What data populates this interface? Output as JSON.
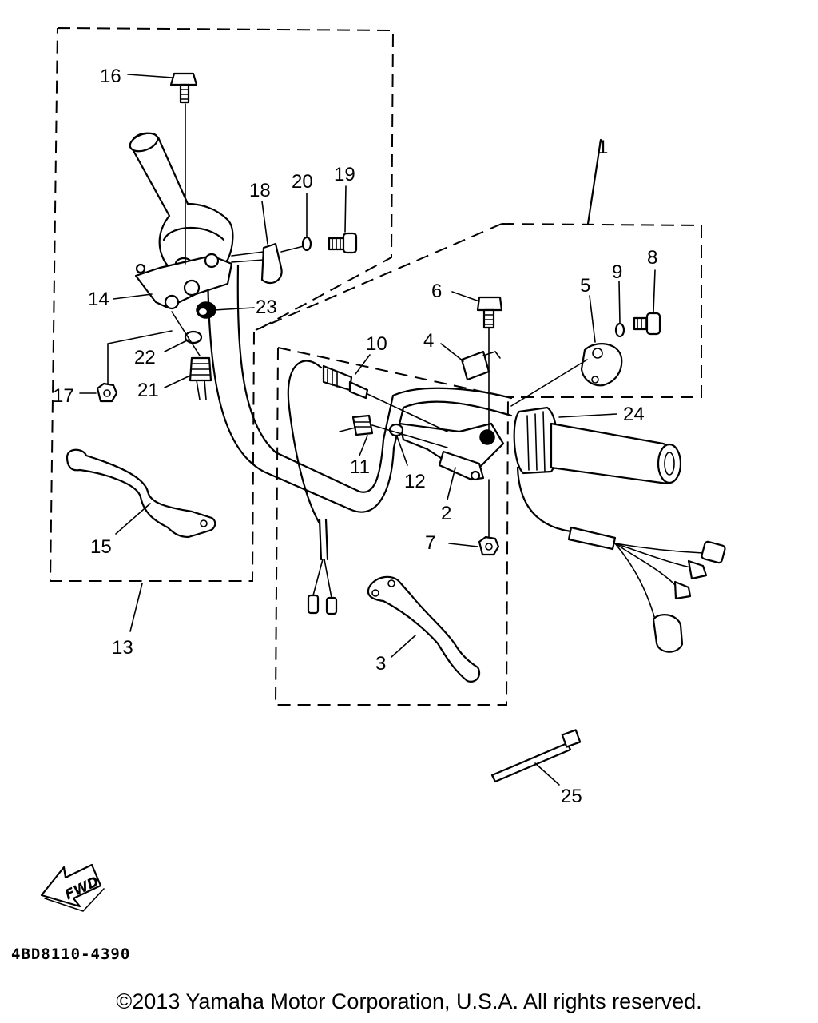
{
  "callouts": {
    "c1": "1",
    "c2": "2",
    "c3": "3",
    "c4": "4",
    "c5": "5",
    "c6": "6",
    "c7": "7",
    "c8": "8",
    "c9": "9",
    "c10": "10",
    "c11": "11",
    "c12": "12",
    "c13": "13",
    "c14": "14",
    "c15": "15",
    "c16": "16",
    "c17": "17",
    "c18": "18",
    "c19": "19",
    "c20": "20",
    "c21": "21",
    "c22": "22",
    "c23": "23",
    "c24": "24",
    "c25": "25"
  },
  "fwd_label": "FWD",
  "diagram_code": "4BD8110-4390",
  "copyright": "©2013 Yamaha Motor Corporation, U.S.A. All rights reserved."
}
